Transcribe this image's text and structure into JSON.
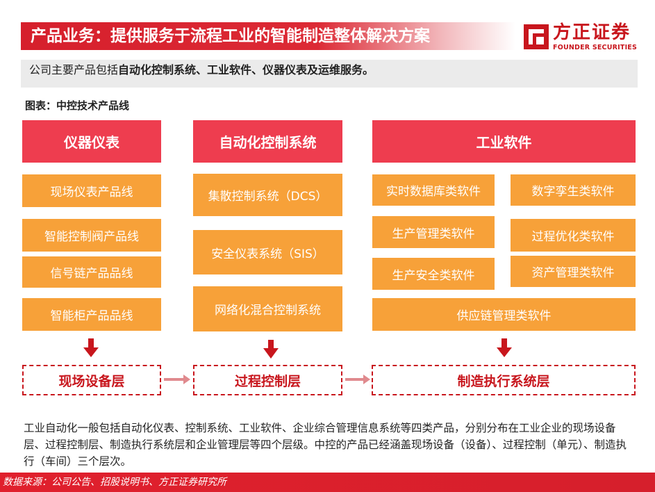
{
  "header": {
    "title": "产品业务：提供服务于流程工业的智能制造整体解决方案"
  },
  "logo": {
    "name_cn": "方正证券",
    "name_en": "FOUNDER SECURITIES"
  },
  "summary": {
    "prefix": "公司主要产品包括",
    "highlight": "自动化控制系统、工业软件、仪器仪表及运维服务。"
  },
  "figure": {
    "caption": "图表：中控技术产品线"
  },
  "columns": {
    "instruments": {
      "title": "仪器仪表",
      "items": [
        "现场仪表产品线",
        "智能控制阀产品线",
        "信号链产品品线",
        "智能柜产品品线"
      ]
    },
    "control": {
      "title": "自动化控制系统",
      "items": [
        "集散控制系统（DCS）",
        "安全仪表系统（SIS）",
        "网络化混合控制系统"
      ]
    },
    "software": {
      "title": "工业软件",
      "items": [
        "实时数据库类软件",
        "数字孪生类软件",
        "生产管理类软件",
        "过程优化类软件",
        "生产安全类软件",
        "资产管理类软件",
        "供应链管理类软件"
      ]
    }
  },
  "layers": [
    "现场设备层",
    "过程控制层",
    "制造执行系统层"
  ],
  "description": "工业自动化一般包括自动化仪表、控制系统、工业软件、企业综合管理信息系统等四类产品，分别分布在工业企业的现场设备层、过程控制层、制造执行系统层和企业管理层等四个层级。中控的产品已经涵盖现场设备（设备）、过程控制（单元）、制造执行（车间）三个层次。",
  "footer": {
    "source": "数据来源：公司公告、招股说明书、方正证券研究所"
  },
  "colors": {
    "brand_red": "#c8161d",
    "header_red": "#ee3d4f",
    "orange": "#f7a139"
  }
}
